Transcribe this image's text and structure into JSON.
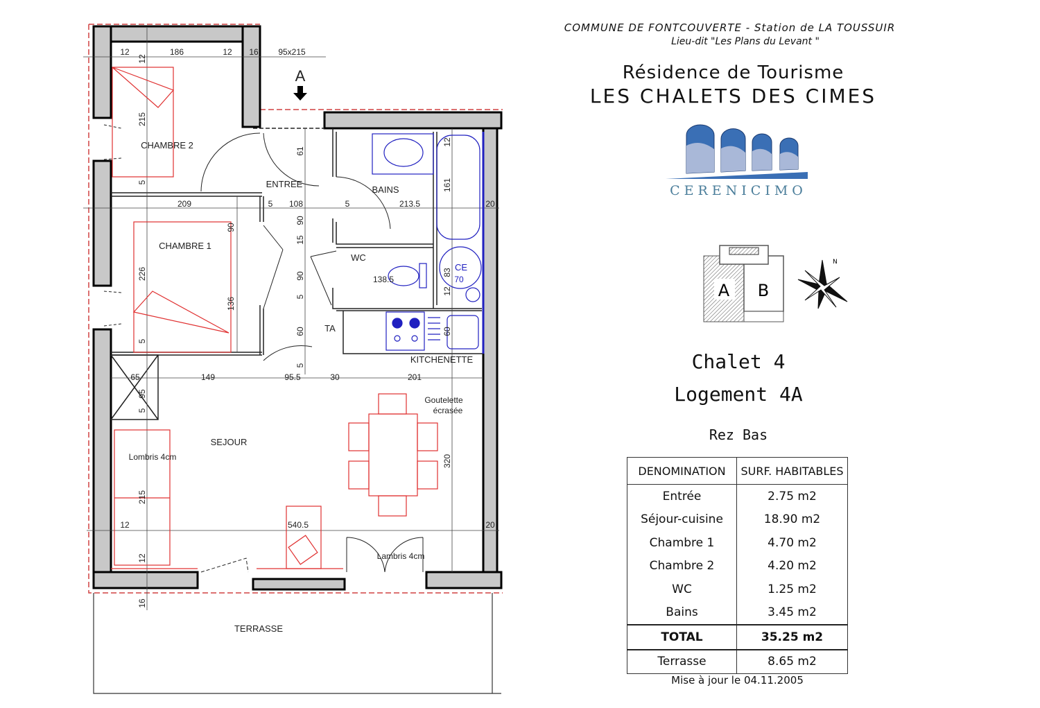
{
  "header": {
    "commune": "COMMUNE DE FONTCOUVERTE - Station de LA TOUSSUIR",
    "lieu_dit": "Lieu-dit \"Les Plans du Levant \"",
    "title_line1": "Résidence de Tourisme",
    "title_line2": "LES CHALETS DES CIMES",
    "brand": "CERENICIMO"
  },
  "plan": {
    "section_marker": "A",
    "rooms": {
      "chambre2": "CHAMBRE 2",
      "entree": "ENTREE",
      "bains": "BAINS",
      "chambre1": "CHAMBRE 1",
      "wc": "WC",
      "ce": "CE",
      "ta": "TA",
      "kitchenette": "KITCHENETTE",
      "sejour": "SEJOUR",
      "terrasse": "TERRASSE"
    },
    "notes": {
      "goutelette_1": "Goutelette",
      "goutelette_2": "écrasée",
      "lambris_left": "Lombris 4cm",
      "lambris_right": "Lambris 4cm"
    },
    "dimensions": [
      "12",
      "186",
      "12",
      "16",
      "95x215",
      "12",
      "215",
      "5",
      "209",
      "5",
      "108",
      "5",
      "213.5",
      "20",
      "61",
      "90",
      "15",
      "90",
      "5",
      "60",
      "5",
      "90",
      "136",
      "226",
      "5",
      "161",
      "12",
      "138.5",
      "83",
      "12",
      "70",
      "60",
      "65",
      "149",
      "95.5",
      "30",
      "201",
      "95",
      "5",
      "215",
      "12",
      "540.5",
      "20",
      "12",
      "16",
      "320"
    ],
    "colors": {
      "walls": "#c8c8c8",
      "furniture": "#e03030",
      "sanitary": "#2020c0",
      "outline_dashed": "#d04040"
    }
  },
  "key_plan": {
    "unit_a": "A",
    "unit_b": "B",
    "north": "N",
    "selected_unit": "A"
  },
  "unit": {
    "chalet": "Chalet 4",
    "logement": "Logement 4A",
    "level": "Rez Bas"
  },
  "surfaces": {
    "headers": [
      "DENOMINATION",
      "SURF. HABITABLES"
    ],
    "rows": [
      {
        "name": "Entrée",
        "value": "2.75 m2"
      },
      {
        "name": "Séjour-cuisine",
        "value": "18.90 m2"
      },
      {
        "name": "Chambre 1",
        "value": "4.70 m2"
      },
      {
        "name": "Chambre 2",
        "value": "4.20 m2"
      },
      {
        "name": "WC",
        "value": "1.25 m2"
      },
      {
        "name": "Bains",
        "value": "3.45 m2"
      }
    ],
    "total": {
      "name": "TOTAL",
      "value": "35.25 m2"
    },
    "terrasse": {
      "name": "Terrasse",
      "value": "8.65 m2"
    },
    "updated": "Mise à jour le 04.11.2005"
  }
}
